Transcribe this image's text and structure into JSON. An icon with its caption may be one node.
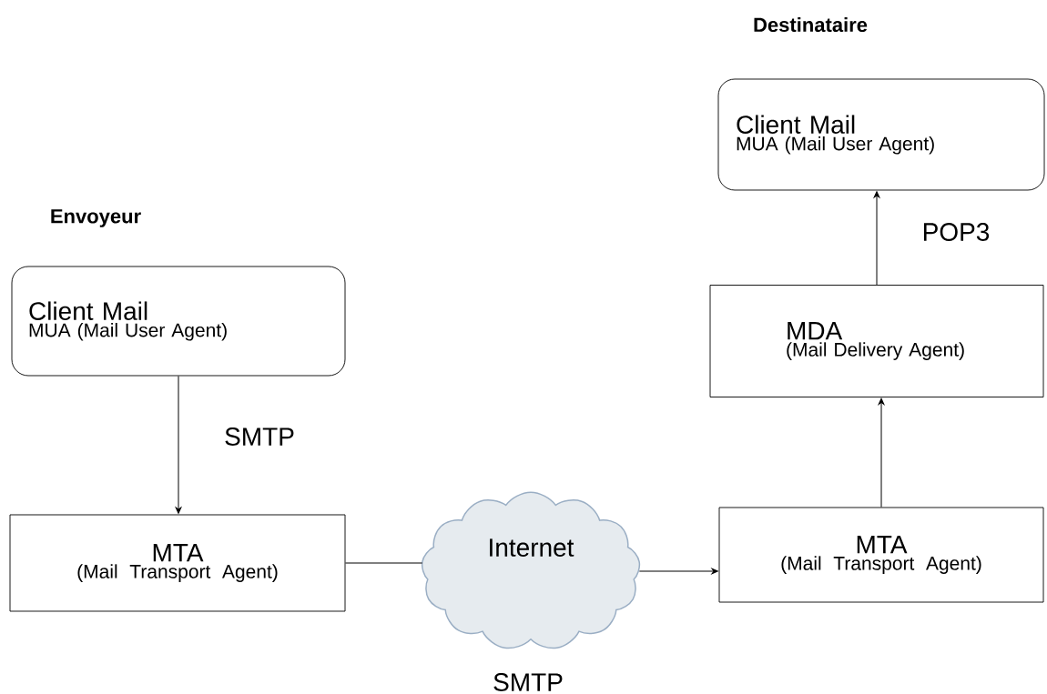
{
  "diagram": {
    "nodes": [
      {
        "text": [
          "Client Mail",
          "MUA (Mail User Agent)"
        ]
      },
      {
        "text": [
          "MTA",
          "(Mail Transport Agent)"
        ]
      },
      {
        "text": [
          "Internet"
        ],
        "beside": [
          "SMTP"
        ]
      },
      {
        "text": [
          "MTA",
          "(Mail Transport Agent)"
        ]
      },
      {
        "text": [
          "MDA",
          "(Mail Delivery Agent)"
        ]
      },
      {
        "text": [
          "Client Mail",
          "MUA (Mail User Agent)"
        ]
      }
    ],
    "edges": [
      {
        "from": 0,
        "to": 1,
        "arrow": "to",
        "label": "SMTP"
      },
      {
        "from": 1,
        "to": 2,
        "arrow": "none"
      },
      {
        "from": 2,
        "to": 3,
        "arrow": "to"
      },
      {
        "from": 3,
        "to": 4,
        "arrow": "to"
      },
      {
        "from": 4,
        "to": 5,
        "arrow": "to",
        "label": "POP3"
      }
    ],
    "labels": [
      "Destinataire",
      "Envoyeur"
    ]
  }
}
